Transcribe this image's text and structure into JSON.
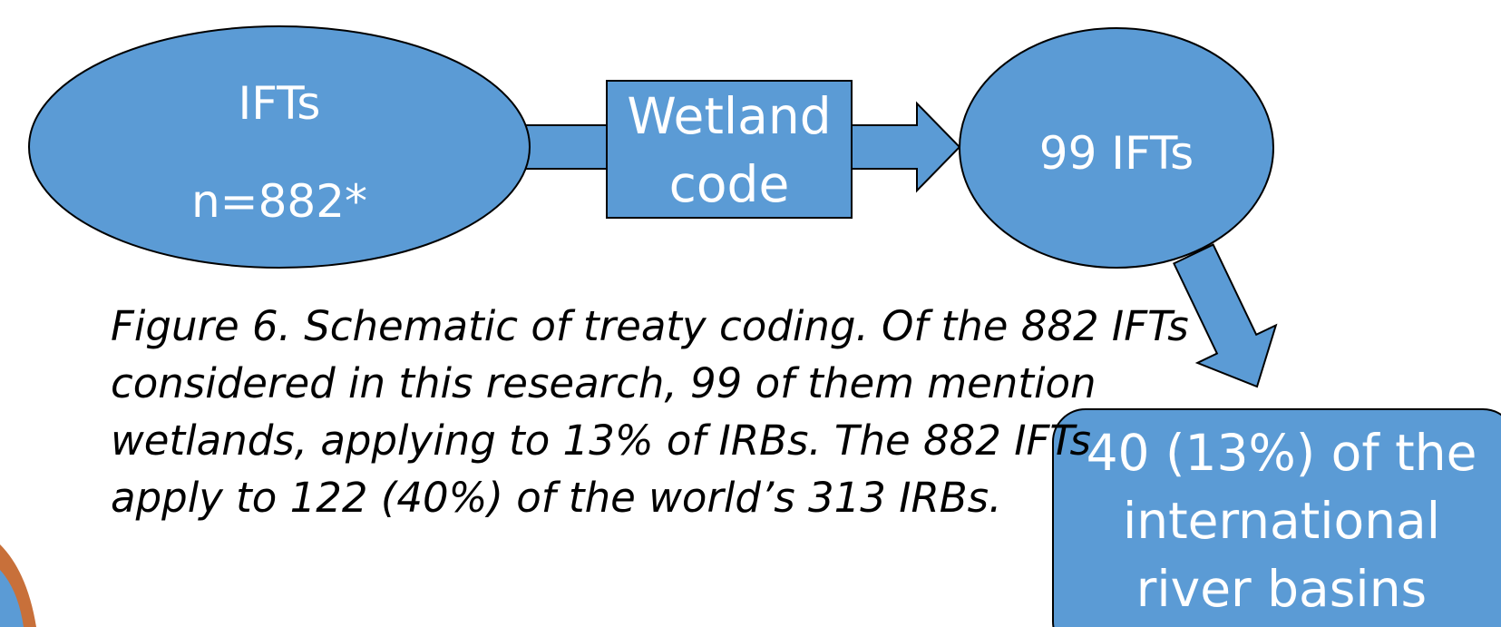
{
  "colors": {
    "shape_fill": "#5b9bd5",
    "shape_stroke": "#000000",
    "shape_text": "#ffffff",
    "caption_text": "#000000",
    "corner_accent_orange": "#c8703a",
    "corner_accent_blue": "#5b9bd5"
  },
  "nodes": {
    "ifts": {
      "line1": "IFTs",
      "line2": "n=882*"
    },
    "wetland_code": {
      "line1": "Wetland",
      "line2": "code"
    },
    "ifts_99": {
      "label": "99 IFTs"
    },
    "basins": {
      "line1": "40 (13%) of the",
      "line2": "international",
      "line3": "river basins"
    }
  },
  "caption": {
    "lines": [
      "Figure 6. Schematic of treaty coding. Of the 882 IFTs",
      "considered in this research, 99 of them mention",
      "wetlands, applying to 13% of IRBs. The 882 IFTs",
      "apply to 122 (40%) of the world’s 313 IRBs."
    ]
  }
}
